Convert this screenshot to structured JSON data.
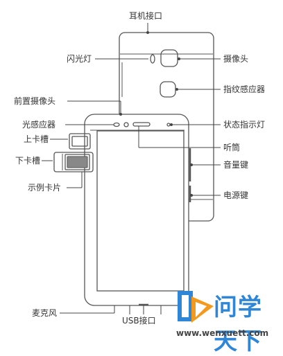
{
  "labels": {
    "earphone_jack": "耳机接口",
    "flash": "闪光灯",
    "rear_camera": "摄像头",
    "fingerprint_sensor": "指纹感应器",
    "front_camera": "前置摄像头",
    "light_sensor": "光感应器",
    "status_indicator": "状态指示灯",
    "upper_card_slot": "上卡槽",
    "lower_card_slot": "下卡槽",
    "receiver": "听筒",
    "volume_key": "音量键",
    "card_tray_example": "示例卡片",
    "power_key": "电源键",
    "microphone": "麦克风",
    "usb_port": "USB接口"
  },
  "watermark": {
    "brand": "问学天下",
    "url": "www.wenxuett.com",
    "colors": {
      "blue": "#2f86d7",
      "orange": "#f39a1e"
    }
  },
  "colors": {
    "outline": "#555555",
    "label": "#333333"
  }
}
